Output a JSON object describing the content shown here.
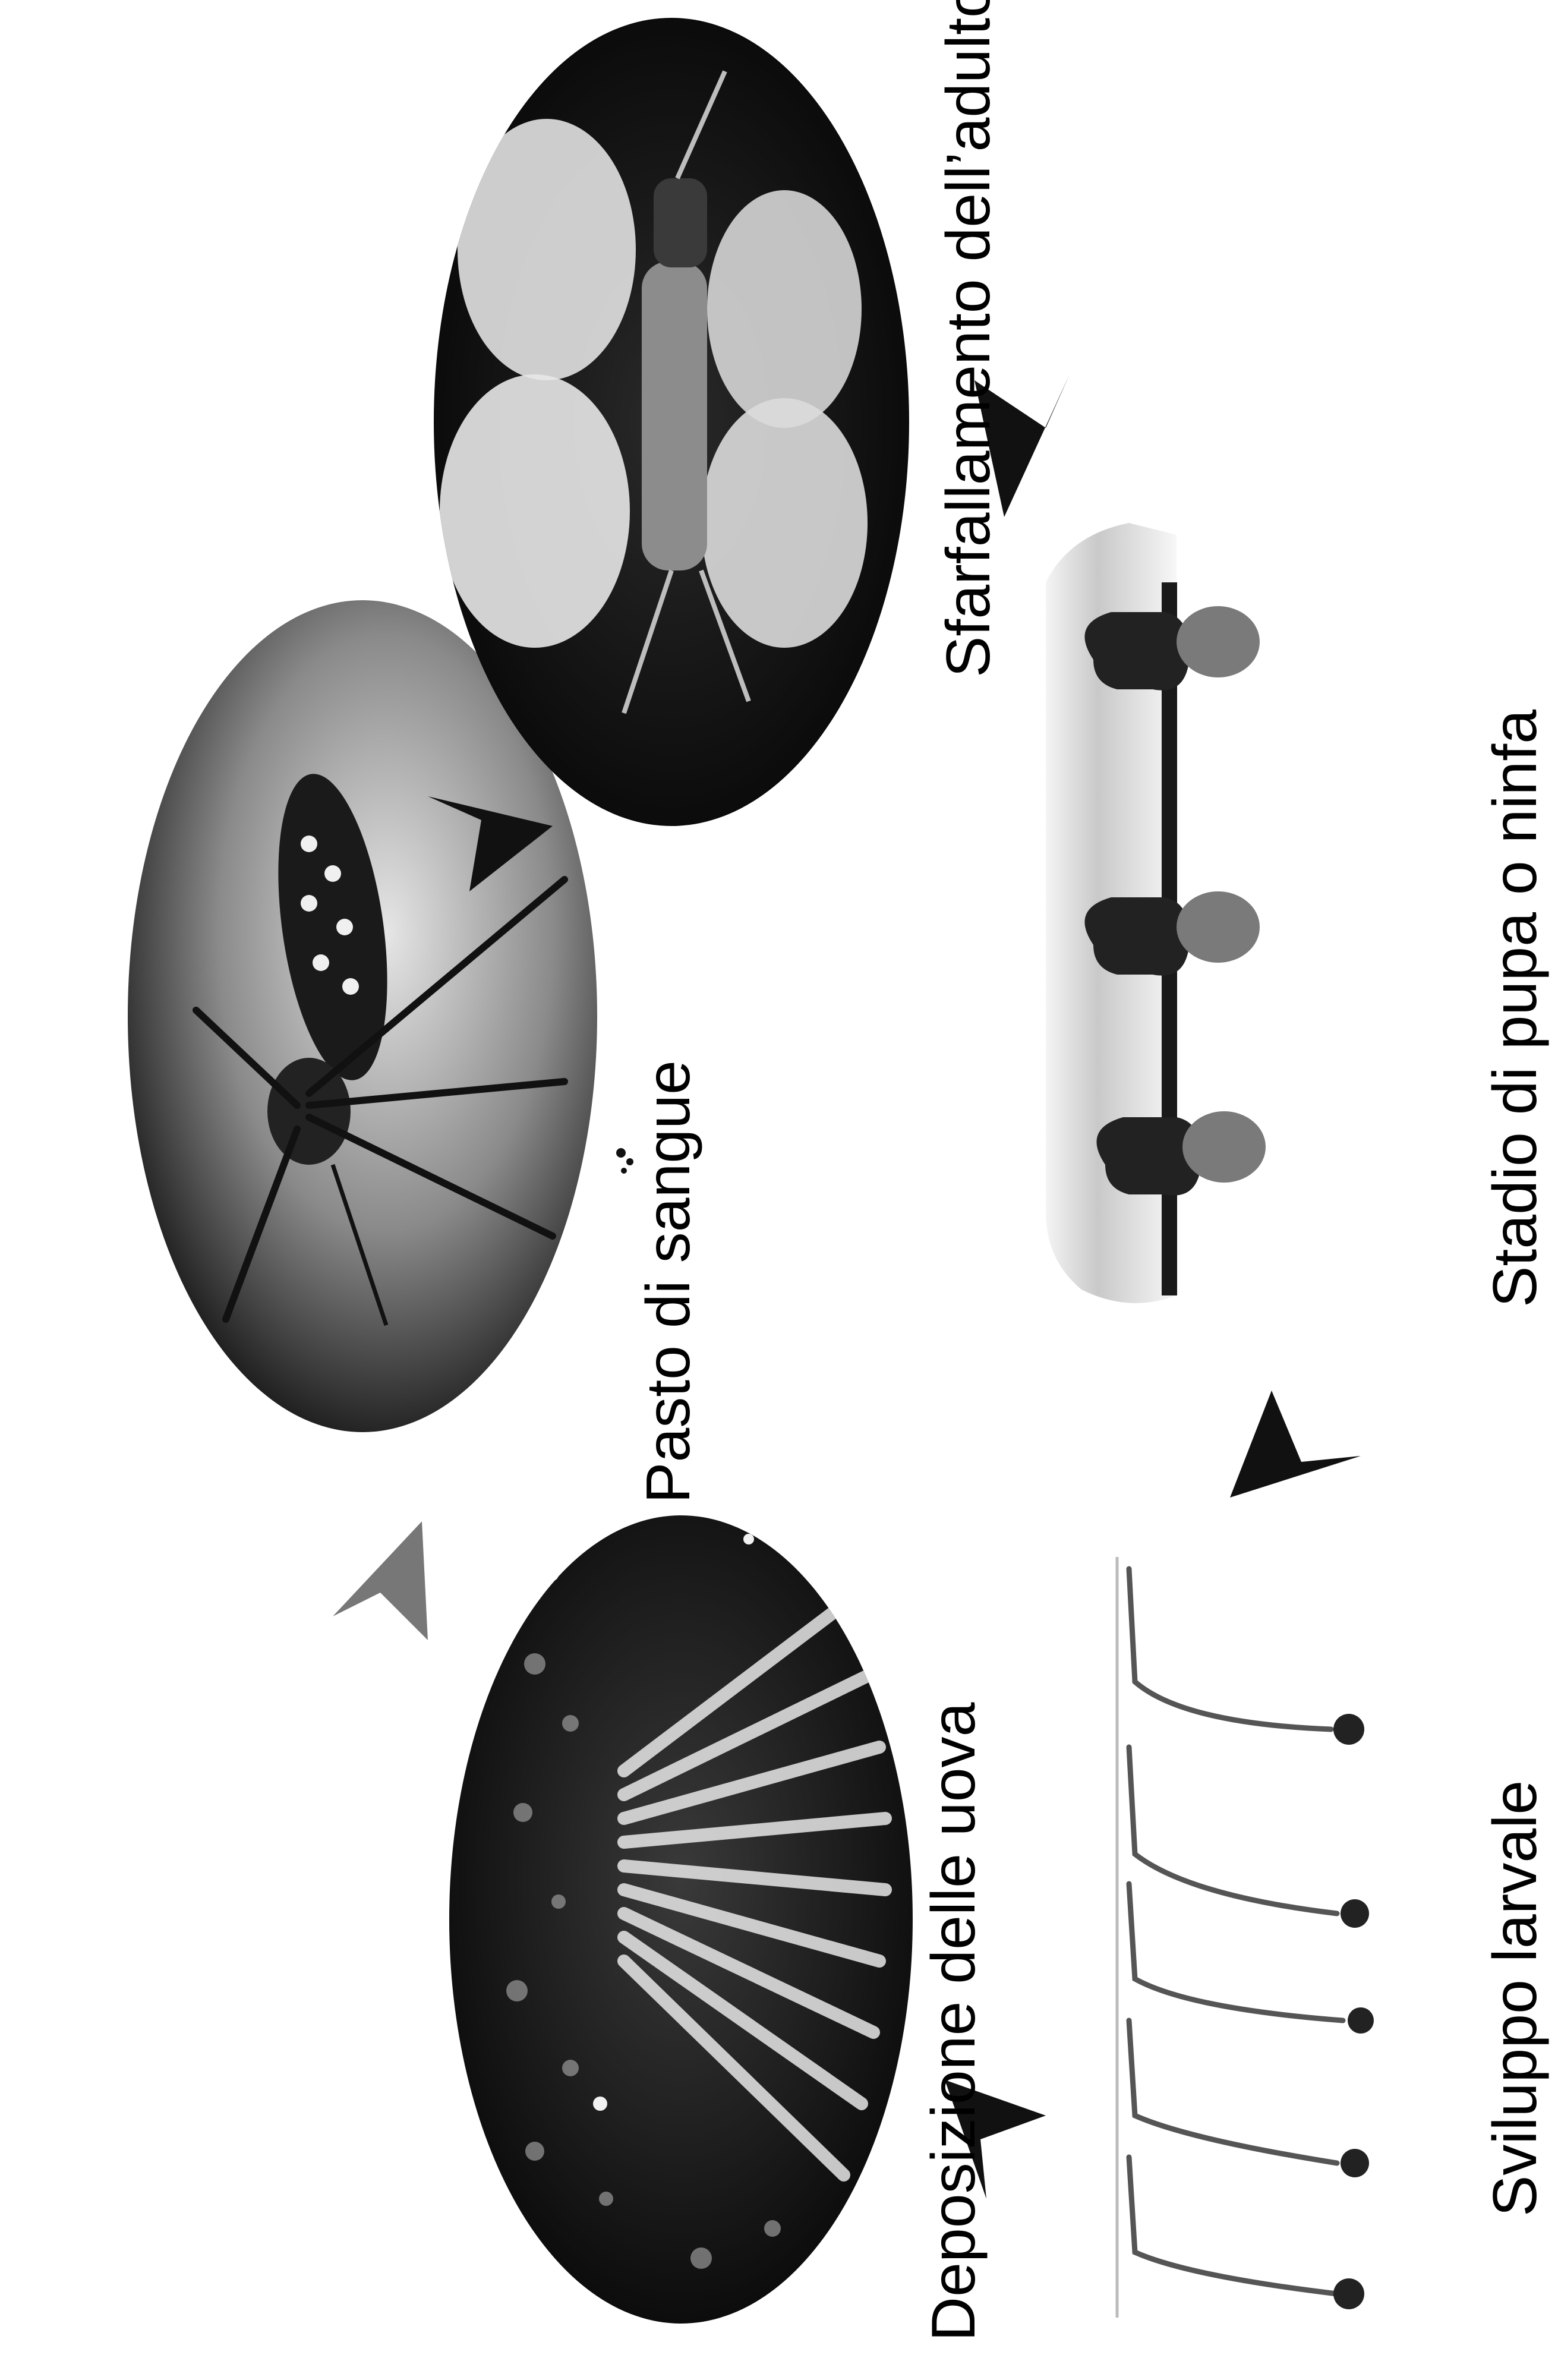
{
  "diagram": {
    "stages": [
      {
        "id": "egg-laying",
        "label": "Deposizione delle uova"
      },
      {
        "id": "blood-meal",
        "label": "Pasto di sangue"
      },
      {
        "id": "adult-emergence",
        "label": "Sfarfallamento dell’adulto"
      },
      {
        "id": "pupa-stage",
        "label": "Stadio di pupa o ninfa"
      },
      {
        "id": "larval-development",
        "label": "Sviluppo larvale"
      }
    ],
    "cycle_order": [
      "egg-laying",
      "larval-development",
      "pupa-stage",
      "adult-emergence",
      "blood-meal"
    ],
    "colors": {
      "background": "#ffffff",
      "ink": "#000000",
      "photo_dark": "#111111",
      "photo_light": "#d8d8d8"
    },
    "photo_style": "grayscale halftone photographs"
  }
}
